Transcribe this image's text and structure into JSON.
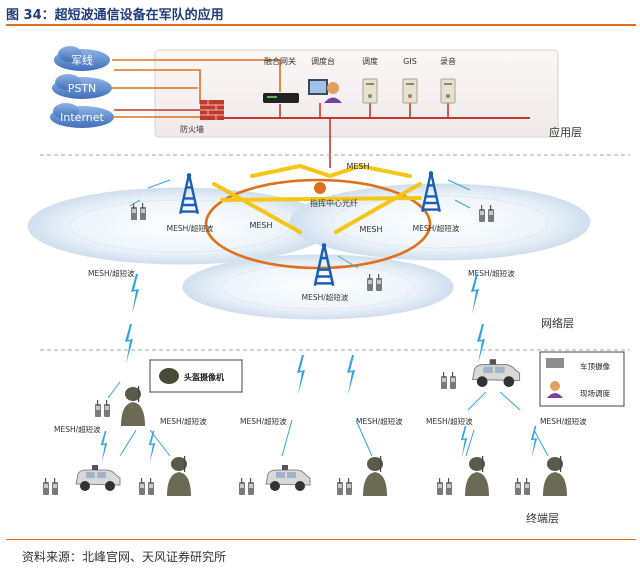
{
  "figure": {
    "title": "图 34：超短波通信设备在军队的应用",
    "source": "资料来源：北峰官网、天风证券研究所"
  },
  "layers": {
    "application": "应用层",
    "network": "网络层",
    "terminal": "终端层"
  },
  "app_layer": {
    "networks": [
      "军线",
      "PSTN",
      "Internet"
    ],
    "firewall": "防火墙",
    "devices": [
      "融合网关",
      "调度台",
      "调度",
      "GIS",
      "录音"
    ]
  },
  "network_layer": {
    "center": "指挥中心光纤",
    "mesh": "MESH",
    "mesh_uhf": "MESH/超短波",
    "helmet_camera": "头盔摄像机",
    "vehicle_camera": "车顶摄像",
    "field_dispatch": "现场调度"
  },
  "colors": {
    "accent_orange": "#e0701c",
    "link_red": "#c0392b",
    "link_yellow": "#f5c518",
    "link_blue": "#36a3e0",
    "tower_blue": "#1a5fb4",
    "title_blue": "#1f3d7a"
  }
}
